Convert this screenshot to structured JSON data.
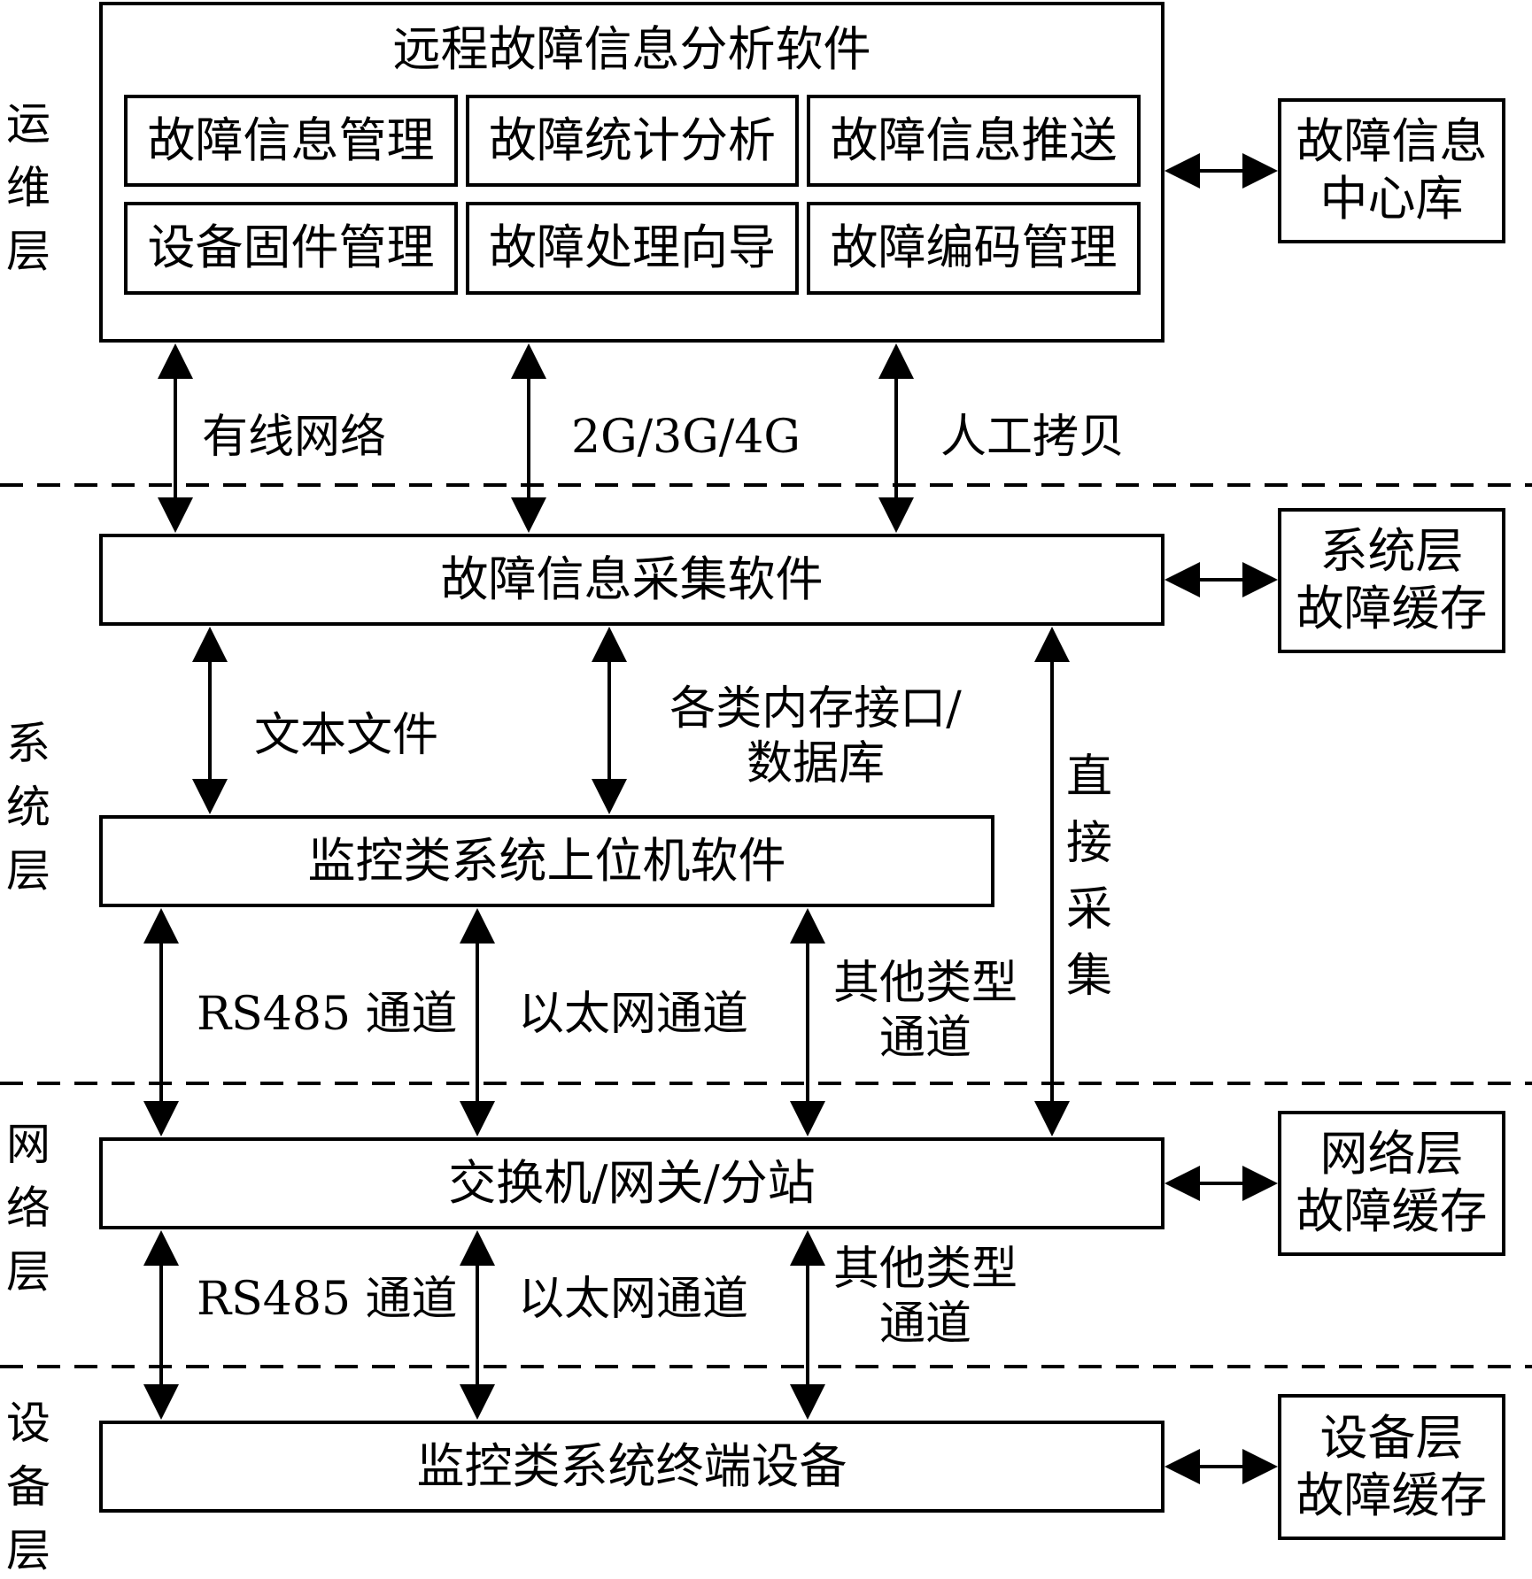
{
  "layers": {
    "ops": [
      "运",
      "维",
      "层"
    ],
    "system": [
      "系",
      "统",
      "层"
    ],
    "network": [
      "网",
      "络",
      "层"
    ],
    "device": [
      "设",
      "备",
      "层"
    ]
  },
  "remote_software": {
    "title": "远程故障信息分析软件",
    "modules": [
      "故障信息管理",
      "故障统计分析",
      "故障信息推送",
      "设备固件管理",
      "故障处理向导",
      "故障编码管理"
    ]
  },
  "side_boxes": {
    "center_db": "故障信息\n中心库",
    "system_cache": "系统层\n故障缓存",
    "network_cache": "网络层\n故障缓存",
    "device_cache": "设备层\n故障缓存"
  },
  "main_boxes": {
    "collect_software": "故障信息采集软件",
    "monitor_software": "监控类系统上位机软件",
    "switch_gateway": "交换机/网关/分站",
    "terminal_device": "监控类系统终端设备"
  },
  "links": {
    "wired": "有线网络",
    "mobile": "2G/3G/4G",
    "manual_copy": "人工拷贝",
    "text_file": "文本文件",
    "memory_db": "各类内存接口/\n数据库",
    "direct_collect": [
      "直",
      "接",
      "采",
      "集"
    ],
    "rs485_upper": "RS485 通道",
    "ethernet_upper": "以太网通道",
    "other_upper": "其他类型\n通道",
    "rs485_lower": "RS485 通道",
    "ethernet_lower": "以太网通道",
    "other_lower": "其他类型\n通道"
  }
}
